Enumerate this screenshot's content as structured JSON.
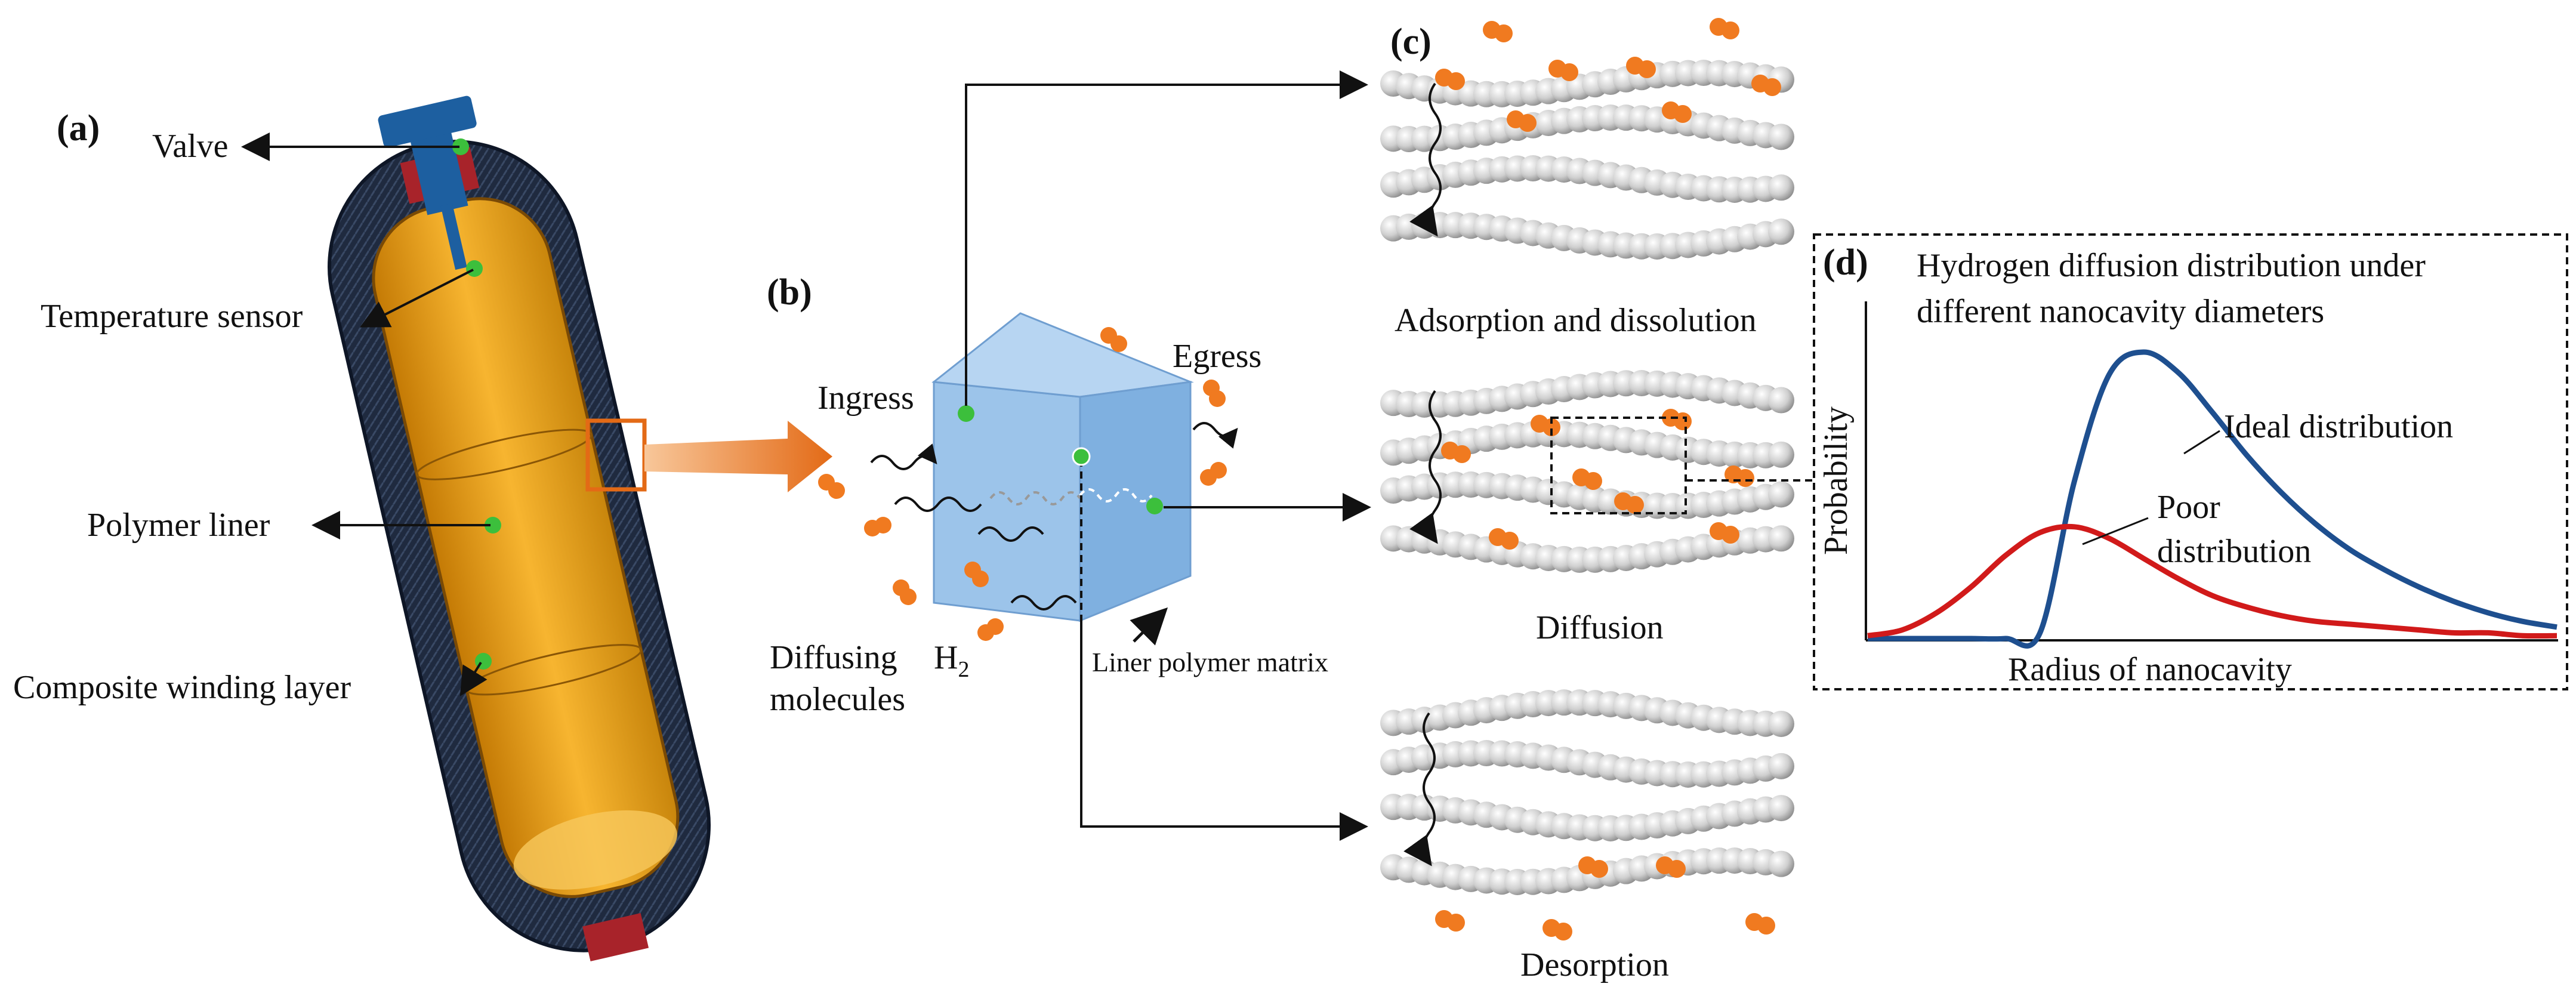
{
  "panel_a": {
    "label": "(a)",
    "callouts": {
      "valve": "Valve",
      "temperature_sensor": "Temperature sensor",
      "polymer_liner": "Polymer liner",
      "composite_winding_layer": "Composite winding layer"
    }
  },
  "panel_b": {
    "label": "(b)",
    "ingress": "Ingress",
    "egress": "Egress",
    "diffusing_molecules_line1": "Diffusing",
    "diffusing_molecules_line2": "molecules",
    "h2_base": "H",
    "h2_sub": "2",
    "liner_polymer_matrix": "Liner polymer matrix"
  },
  "panel_c": {
    "label": "(c)",
    "stages": {
      "adsorption": "Adsorption and dissolution",
      "diffusion": "Diffusion",
      "desorption": "Desorption"
    }
  },
  "panel_d": {
    "label": "(d)",
    "title_line1": "Hydrogen diffusion distribution under",
    "title_line2": "different nanocavity diameters",
    "ylabel": "Probability",
    "xlabel": "Radius of nanocavity",
    "ideal_label": "Ideal distribution",
    "poor_label_line1": "Poor",
    "poor_label_line2": "distribution"
  },
  "colors": {
    "tank_shell": "#1f2a3f",
    "liner": "#f0a21a",
    "valve": "#1d5fa0",
    "flange": "#a8232a",
    "sensor_dot": "#3cbf3c",
    "cube": "#9cc4ea",
    "h2_molecule": "#f07a20",
    "polymer_bead": "#c9c9c9",
    "arrow_big": "#e36a16",
    "ideal_curve": "#1e4f8f",
    "poor_curve": "#d11a1a"
  },
  "chart_data": {
    "type": "line",
    "title": "Hydrogen diffusion distribution under different nanocavity diameters",
    "xlabel": "Radius of nanocavity",
    "ylabel": "Probability",
    "x": [
      0.0,
      0.05,
      0.1,
      0.15,
      0.2,
      0.25,
      0.3,
      0.35,
      0.4,
      0.45,
      0.5,
      0.55,
      0.6,
      0.65,
      0.7,
      0.75,
      0.8,
      0.85,
      0.9,
      0.95,
      1.0
    ],
    "series": [
      {
        "name": "Ideal distribution",
        "values": [
          0,
          0,
          0,
          0,
          0,
          0.02,
          0.55,
          0.92,
          1.0,
          0.93,
          0.79,
          0.64,
          0.51,
          0.4,
          0.31,
          0.24,
          0.18,
          0.13,
          0.09,
          0.06,
          0.04
        ]
      },
      {
        "name": "Poor distribution",
        "values": [
          0.01,
          0.03,
          0.09,
          0.18,
          0.29,
          0.37,
          0.39,
          0.35,
          0.28,
          0.21,
          0.15,
          0.11,
          0.08,
          0.06,
          0.05,
          0.04,
          0.03,
          0.02,
          0.02,
          0.01,
          0.01
        ]
      }
    ],
    "grid": false,
    "legend": "none"
  }
}
